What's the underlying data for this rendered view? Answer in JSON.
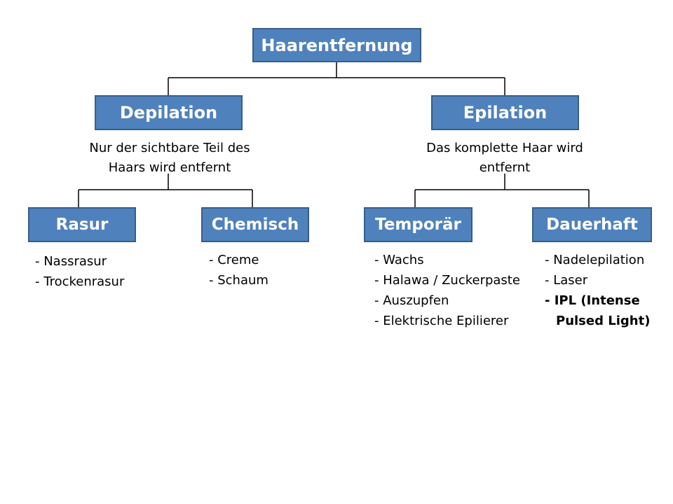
{
  "root": {
    "label": "Haarentfernung"
  },
  "depilation": {
    "label": "Depilation",
    "description_line1": "Nur der sichtbare Teil des",
    "description_line2": "Haars wird entfernt",
    "rasur": {
      "label": "Rasur",
      "items": [
        "- Nassrasur",
        "- Trockenrasur"
      ]
    },
    "chemisch": {
      "label": "Chemisch",
      "items": [
        "- Creme",
        "- Schaum"
      ]
    }
  },
  "epilation": {
    "label": "Epilation",
    "description_line1": "Das komplette Haar wird",
    "description_line2": "entfernt",
    "temporaer": {
      "label": "Temporär",
      "items": [
        "- Wachs",
        "- Halawa / Zuckerpaste",
        "- Auszupfen",
        "- Elektrische Epilierer"
      ]
    },
    "dauerhaft": {
      "label": "Dauerhaft",
      "items": [
        "- Nadelepilation",
        "- Laser",
        "- IPL (Intense",
        "Pulsed Light)"
      ]
    }
  },
  "colors": {
    "box_fill": "#4f81bd",
    "box_border": "#385d8a",
    "box_text": "#ffffff",
    "connector": "#000000"
  }
}
